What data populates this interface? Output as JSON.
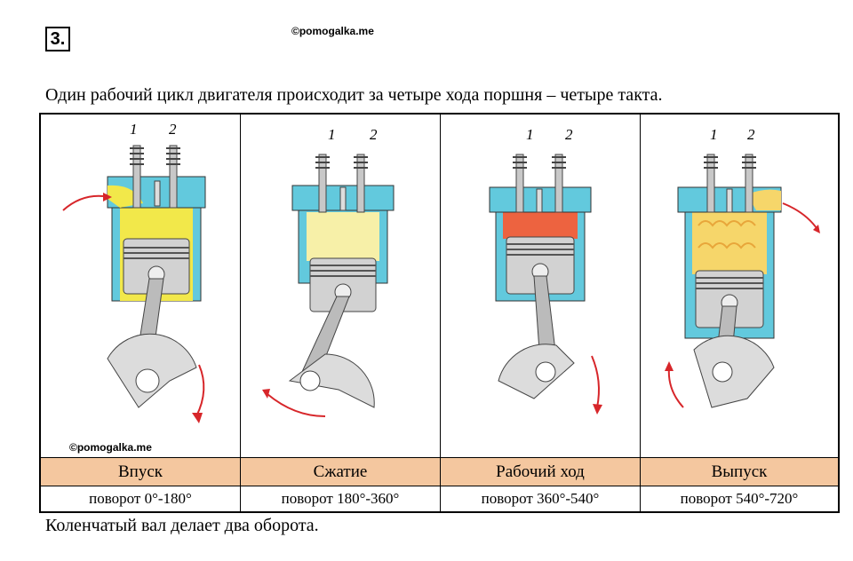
{
  "task_number": "3.",
  "watermark": "©pomogalka.me",
  "intro_text": "Один рабочий цикл двигателя происходит за четыре хода поршня – четыре такта.",
  "valve_labels": [
    "1",
    "2"
  ],
  "strokes": [
    {
      "name": "Впуск",
      "rotation": "поворот 0°-180°"
    },
    {
      "name": "Сжатие",
      "rotation": "поворот 180°-360°"
    },
    {
      "name": "Рабочий ход",
      "rotation": "поворот 360°-540°"
    },
    {
      "name": "Выпуск",
      "rotation": "поворот 540°-720°"
    }
  ],
  "conclusion_text": "Коленчатый вал делает два оборота.",
  "colors": {
    "stroke_row_bg": "#f4c79f",
    "cylinder": "#62c9dd",
    "mixture": "#f2e84a",
    "compressed_mixture": "#f7f0a8",
    "combustion": "#e8262a",
    "exhaust": "#f6d66a",
    "arrow": "#d7262a"
  }
}
